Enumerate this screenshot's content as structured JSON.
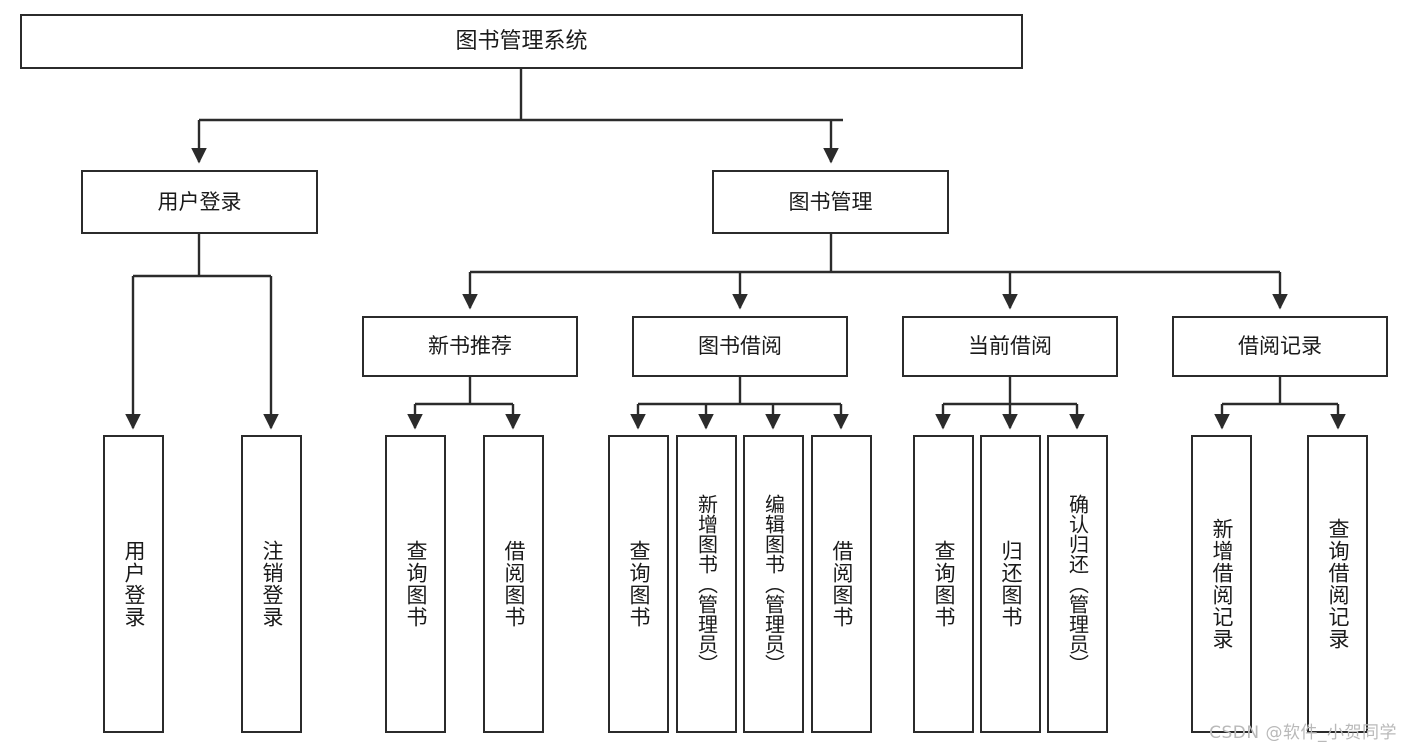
{
  "diagram": {
    "title": "图书管理系统",
    "type": "tree-hierarchy-diagram",
    "root": {
      "label": "图书管理系统"
    },
    "level2": [
      {
        "label": "用户登录"
      },
      {
        "label": "图书管理"
      }
    ],
    "level3": [
      {
        "label": "新书推荐"
      },
      {
        "label": "图书借阅"
      },
      {
        "label": "当前借阅"
      },
      {
        "label": "借阅记录"
      }
    ],
    "leaves": {
      "user_login": [
        {
          "label": "用户登录"
        },
        {
          "label": "注销登录"
        }
      ],
      "new_book_recommend": [
        {
          "label": "查询图书"
        },
        {
          "label": "借阅图书"
        }
      ],
      "book_borrow": [
        {
          "label": "查询图书"
        },
        {
          "label": "新增图书（管理员）"
        },
        {
          "label": "编辑图书（管理员）"
        },
        {
          "label": "借阅图书"
        }
      ],
      "current_borrow": [
        {
          "label": "查询图书"
        },
        {
          "label": "归还图书"
        },
        {
          "label": "确认归还（管理员）"
        }
      ],
      "borrow_record": [
        {
          "label": "新增借阅记录"
        },
        {
          "label": "查询借阅记录"
        }
      ]
    },
    "watermark": "CSDN @软件_小贺同学",
    "colors": {
      "stroke": "#2b2b2b",
      "fill": "#ffffff",
      "text": "#1a1a1a",
      "watermark": "#b9b9b9"
    }
  }
}
